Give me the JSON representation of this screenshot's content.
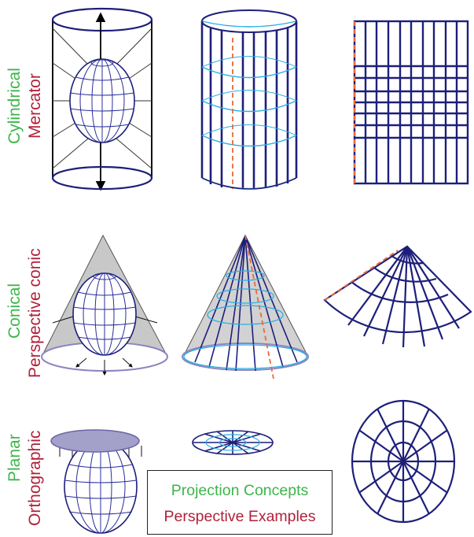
{
  "rows": [
    {
      "concept": "Cylindrical",
      "example": "Mercator"
    },
    {
      "concept": "Conical",
      "example": "Perspective conic"
    },
    {
      "concept": "Planar",
      "example": "Orthographic"
    }
  ],
  "legend": {
    "concepts": "Projection Concepts",
    "examples": "Perspective Examples"
  },
  "colors": {
    "concept": "#3cb54a",
    "example": "#b0213a",
    "grid": "#1d1f7a",
    "latitude": "#29aee6",
    "tangent": "#e86a3a",
    "surface_fill": "#c8c8c8",
    "plane": "#a3a0c9"
  }
}
